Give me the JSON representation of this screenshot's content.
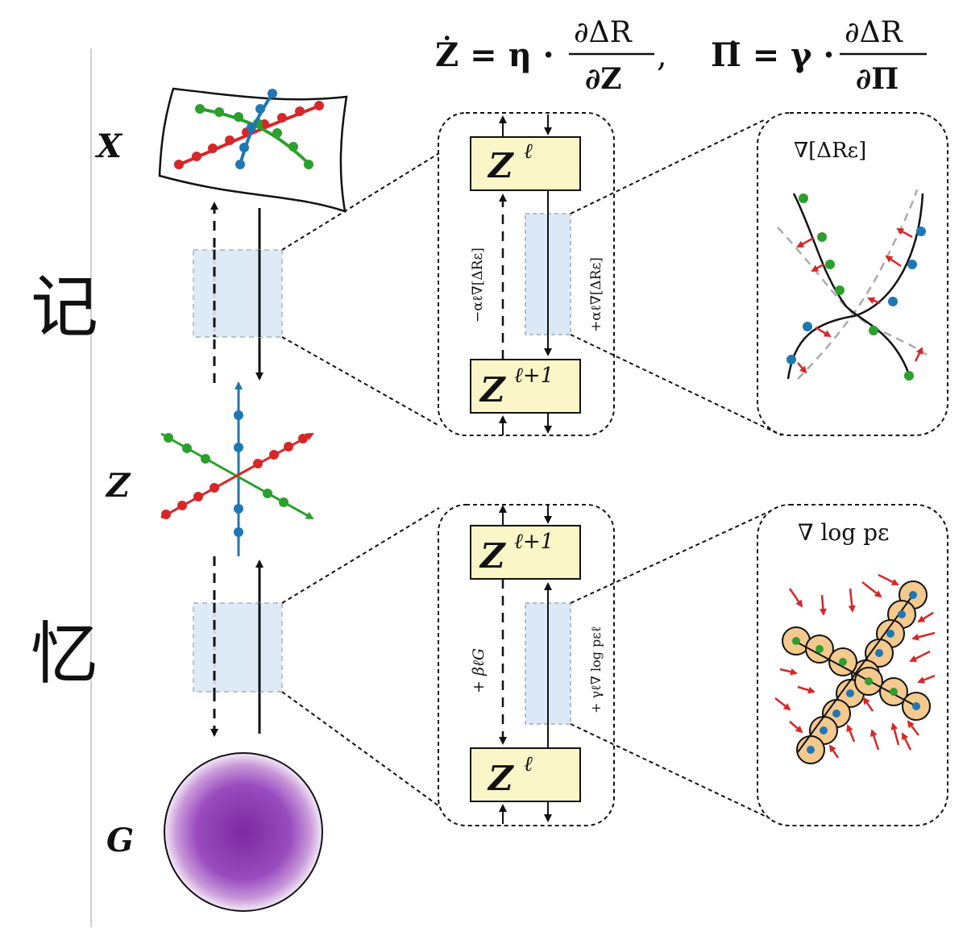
{
  "side_chars": {
    "top": "记",
    "bottom": "忆"
  },
  "equations": {
    "z_lhs": "Ż = η ·",
    "z_num": "∂ΔR",
    "z_den": "∂Z",
    "pi_lhs": "Π̇ = γ ·",
    "pi_num": "∂ΔR",
    "pi_den": "∂Π",
    "separator": ","
  },
  "labels": {
    "X": "X",
    "Z": "Z",
    "G": "G"
  },
  "encode_block": {
    "top_box": {
      "base": "Z",
      "sup": "ℓ"
    },
    "bottom_box": {
      "base": "Z",
      "sup": "ℓ+1"
    },
    "left_op": "−αℓ∇[ΔRε]",
    "right_op": "+αℓ∇[ΔRε]"
  },
  "decode_block": {
    "top_box": {
      "base": "Z",
      "sup": "ℓ+1"
    },
    "bottom_box": {
      "base": "Z",
      "sup": "ℓ"
    },
    "left_op": "+ βℓG",
    "right_op": "+ γℓ∇ log pεℓ"
  },
  "detail_titles": {
    "top": "∇[ΔRε]",
    "bottom": "∇ log pε"
  },
  "colors": {
    "red": "#d62728",
    "green": "#2ca02c",
    "blue": "#1f77b4",
    "box_fill": "#fbf6c8",
    "strip_fill": "#dbe9f7",
    "gaussian": "#8e3fb0",
    "dot_bg": "#f3c98e"
  }
}
